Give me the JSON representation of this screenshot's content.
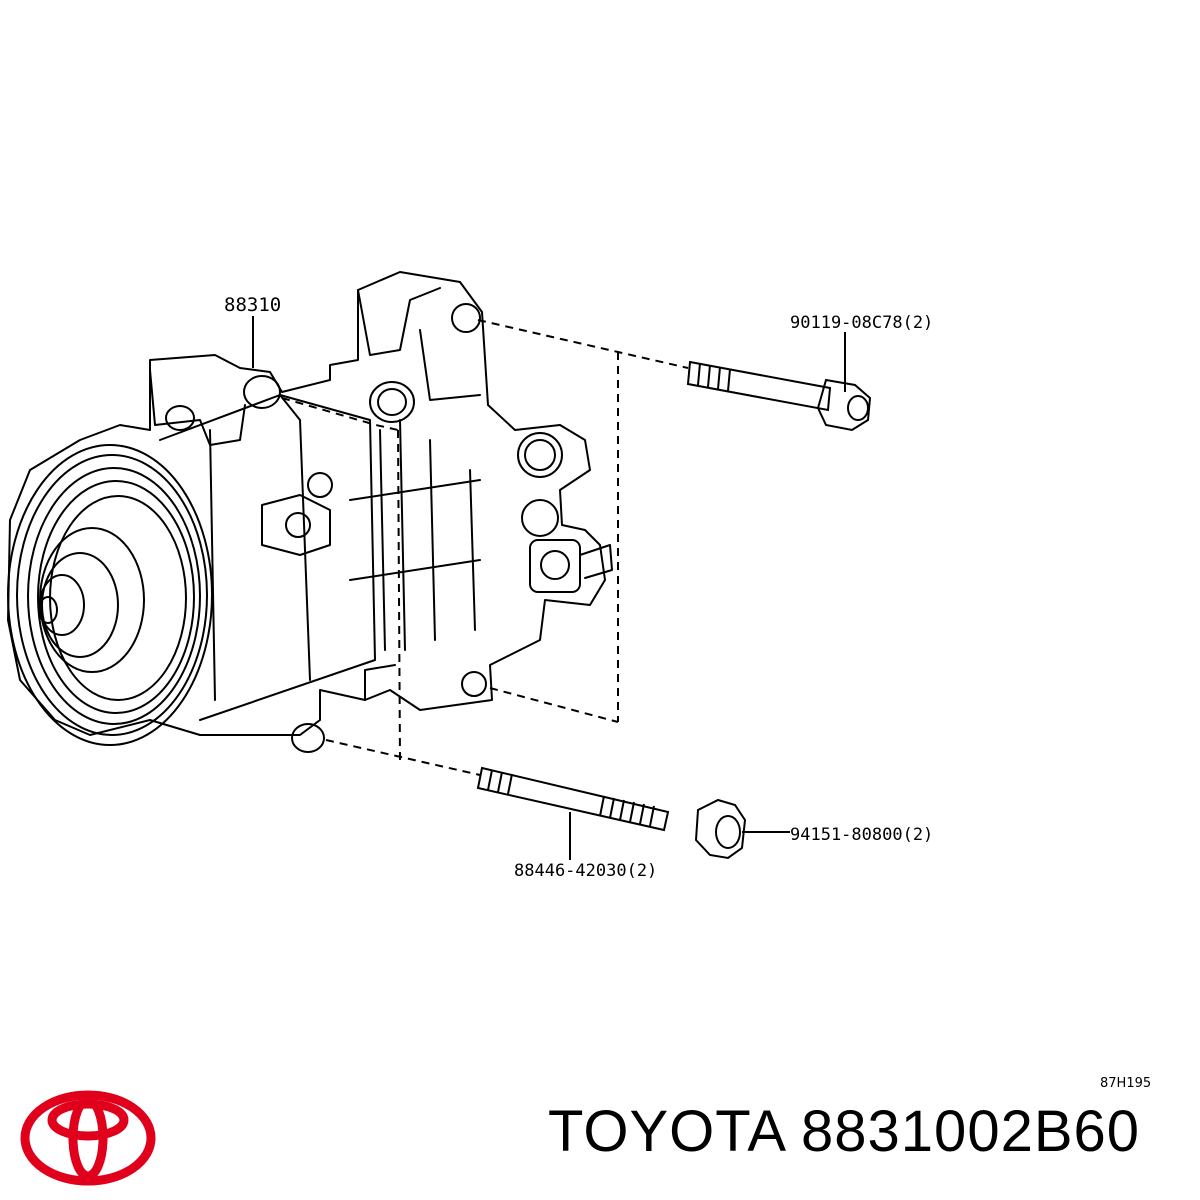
{
  "callouts": {
    "compressor": "88310",
    "bolt_upper": "90119-08C78(2)",
    "stud": "88446-42030(2)",
    "nut": "94151-80800(2)"
  },
  "diagram_code": "87H195",
  "brand": {
    "name": "TOYOTA",
    "part_number": "8831002B60",
    "logo_color": "#e0001b",
    "logo_icon": "toyota-logo-icon"
  }
}
